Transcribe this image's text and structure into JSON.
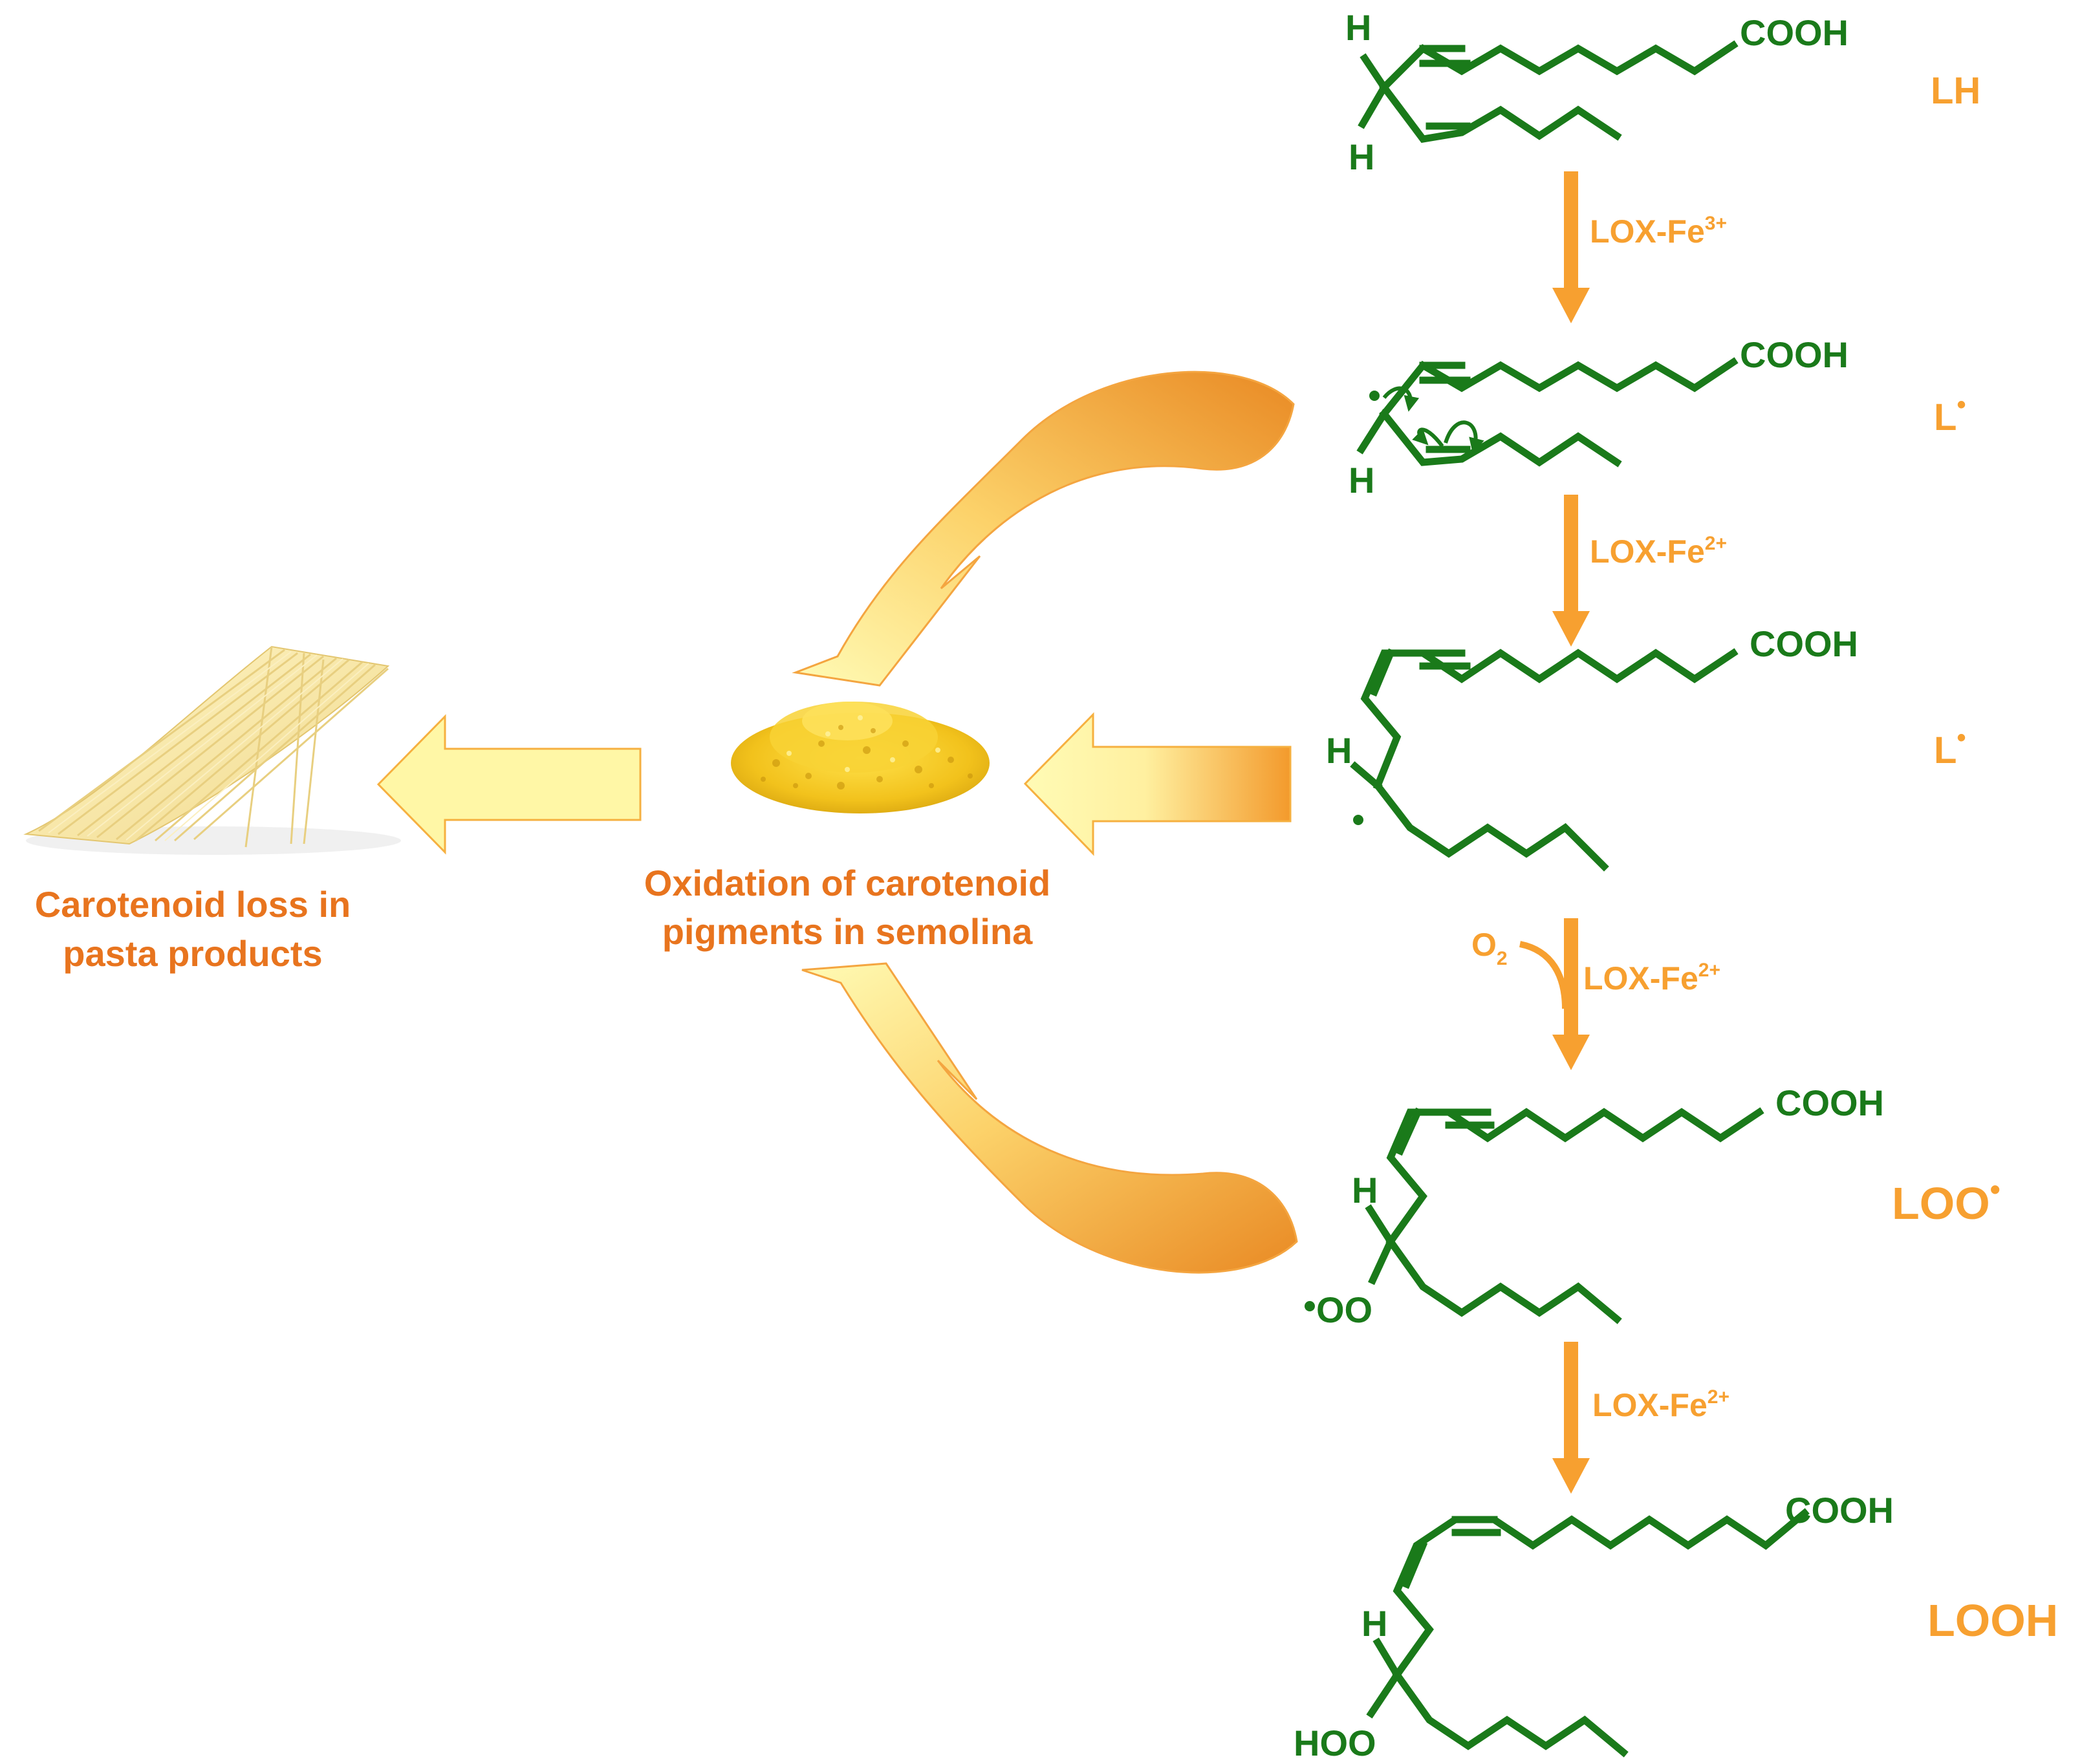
{
  "colors": {
    "molecule": "#1a7a1a",
    "label_orange": "#f7a030",
    "caption_orange": "#e8741e",
    "arrow_yellow": "#fff5a0",
    "arrow_orange": "#f39a2c"
  },
  "molecules": {
    "lh": {
      "cooh": "COOH",
      "h_top": "H",
      "h_bottom": "H",
      "stage": "LH"
    },
    "l_radical_1": {
      "cooh": "COOH",
      "h_bottom": "H",
      "stage": "L",
      "stage_sup": "•"
    },
    "l_radical_2": {
      "cooh": "COOH",
      "h": "H",
      "stage": "L",
      "stage_sup": "•"
    },
    "loo_radical": {
      "cooh": "COOH",
      "h": "H",
      "oo": "OO",
      "oo_dot": "•",
      "stage": "LOO",
      "stage_sup": "•"
    },
    "looh": {
      "cooh": "COOH",
      "h": "H",
      "hoo": "HOO",
      "stage": "LOOH"
    }
  },
  "enzymes": {
    "step1": {
      "base": "LOX-Fe",
      "sup": "3+"
    },
    "step2": {
      "base": "LOX-Fe",
      "sup": "2+"
    },
    "step3": {
      "base": "LOX-Fe",
      "sup": "2+",
      "oxygen": "O",
      "oxygen_sub": "2"
    },
    "step4": {
      "base": "LOX-Fe",
      "sup": "2+"
    }
  },
  "captions": {
    "semolina_line1": "Oxidation of carotenoid",
    "semolina_line2": "pigments in semolina",
    "pasta_line1": "Carotenoid loss in",
    "pasta_line2": "pasta products"
  },
  "icons": {
    "pasta": "pasta-bundle-icon",
    "semolina": "semolina-pile-icon"
  }
}
